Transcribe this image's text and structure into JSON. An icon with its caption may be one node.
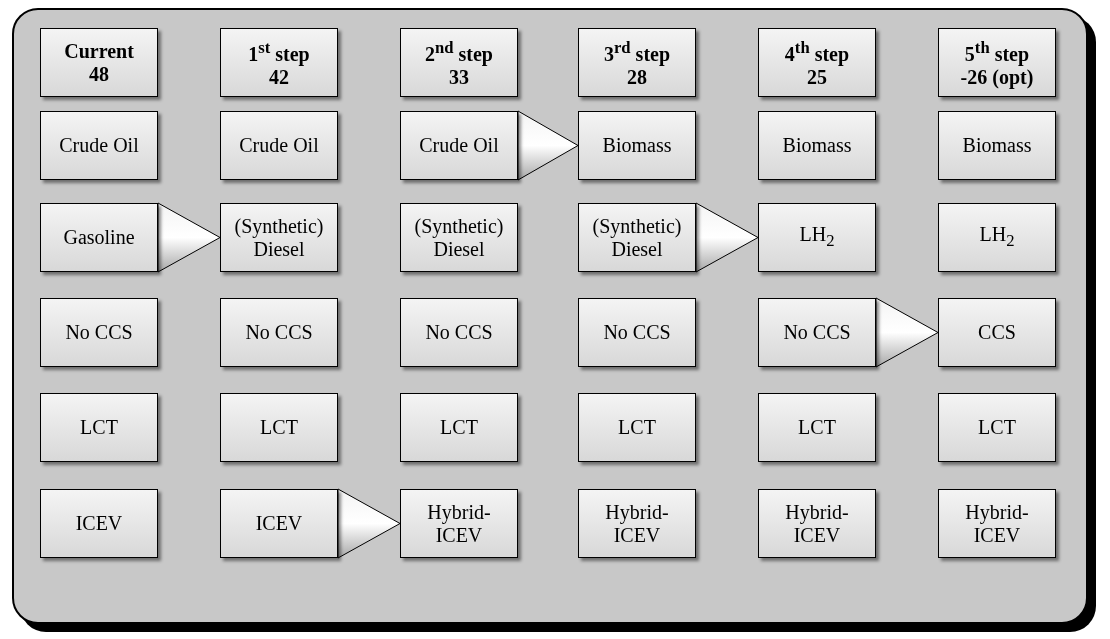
{
  "diagram": {
    "nodes": [
      {
        "text": [
          "Current 48"
        ]
      },
      {
        "text": [
          "1$^{st}$ step 42"
        ]
      },
      {
        "text": [
          "2$^{nd}$ step 33"
        ]
      },
      {
        "text": [
          "3$^{rd}$ step 28"
        ]
      },
      {
        "text": [
          "4$^{th}$ step 25"
        ]
      },
      {
        "text": [
          "5$^{th}$ step -26 (opt)"
        ]
      },
      {
        "text": [
          "Crude Oil"
        ]
      },
      {
        "text": [
          "Crude Oil"
        ]
      },
      {
        "text": [
          "Crude Oil"
        ]
      },
      {
        "text": [
          "Biomass"
        ]
      },
      {
        "text": [
          "Biomass"
        ]
      },
      {
        "text": [
          "Biomass"
        ]
      },
      {
        "text": [
          "Gasoline"
        ]
      },
      {
        "text": [
          "(Synthetic) Diesel"
        ]
      },
      {
        "text": [
          "(Synthetic) Diesel"
        ]
      },
      {
        "text": [
          "(Synthetic) Diesel"
        ]
      },
      {
        "text": [
          "LH$_{2}$"
        ]
      },
      {
        "text": [
          "LH$_{2}$"
        ]
      },
      {
        "text": [
          "No CCS"
        ]
      },
      {
        "text": [
          "No CCS"
        ]
      },
      {
        "text": [
          "No CCS"
        ]
      },
      {
        "text": [
          "No CCS"
        ]
      },
      {
        "text": [
          "No CCS"
        ]
      },
      {
        "text": [
          "CCS"
        ]
      },
      {
        "text": [
          "LCT"
        ]
      },
      {
        "text": [
          "LCT"
        ]
      },
      {
        "text": [
          "LCT"
        ]
      },
      {
        "text": [
          "LCT"
        ]
      },
      {
        "text": [
          "LCT"
        ]
      },
      {
        "text": [
          "LCT"
        ]
      },
      {
        "text": [
          "ICEV"
        ]
      },
      {
        "text": [
          "ICEV"
        ]
      },
      {
        "text": [
          "Hybrid-ICEV"
        ]
      },
      {
        "text": [
          "Hybrid-ICEV"
        ]
      },
      {
        "text": [
          "Hybrid-ICEV"
        ]
      },
      {
        "text": [
          "Hybrid-ICEV"
        ]
      }
    ],
    "edges": [
      {
        "from": 8,
        "to": 9,
        "arrow": "to"
      },
      {
        "from": 12,
        "to": 13,
        "arrow": "to"
      },
      {
        "from": 15,
        "to": 16,
        "arrow": "to"
      },
      {
        "from": 22,
        "to": 23,
        "arrow": "to"
      },
      {
        "from": 31,
        "to": 32,
        "arrow": "to"
      }
    ]
  }
}
